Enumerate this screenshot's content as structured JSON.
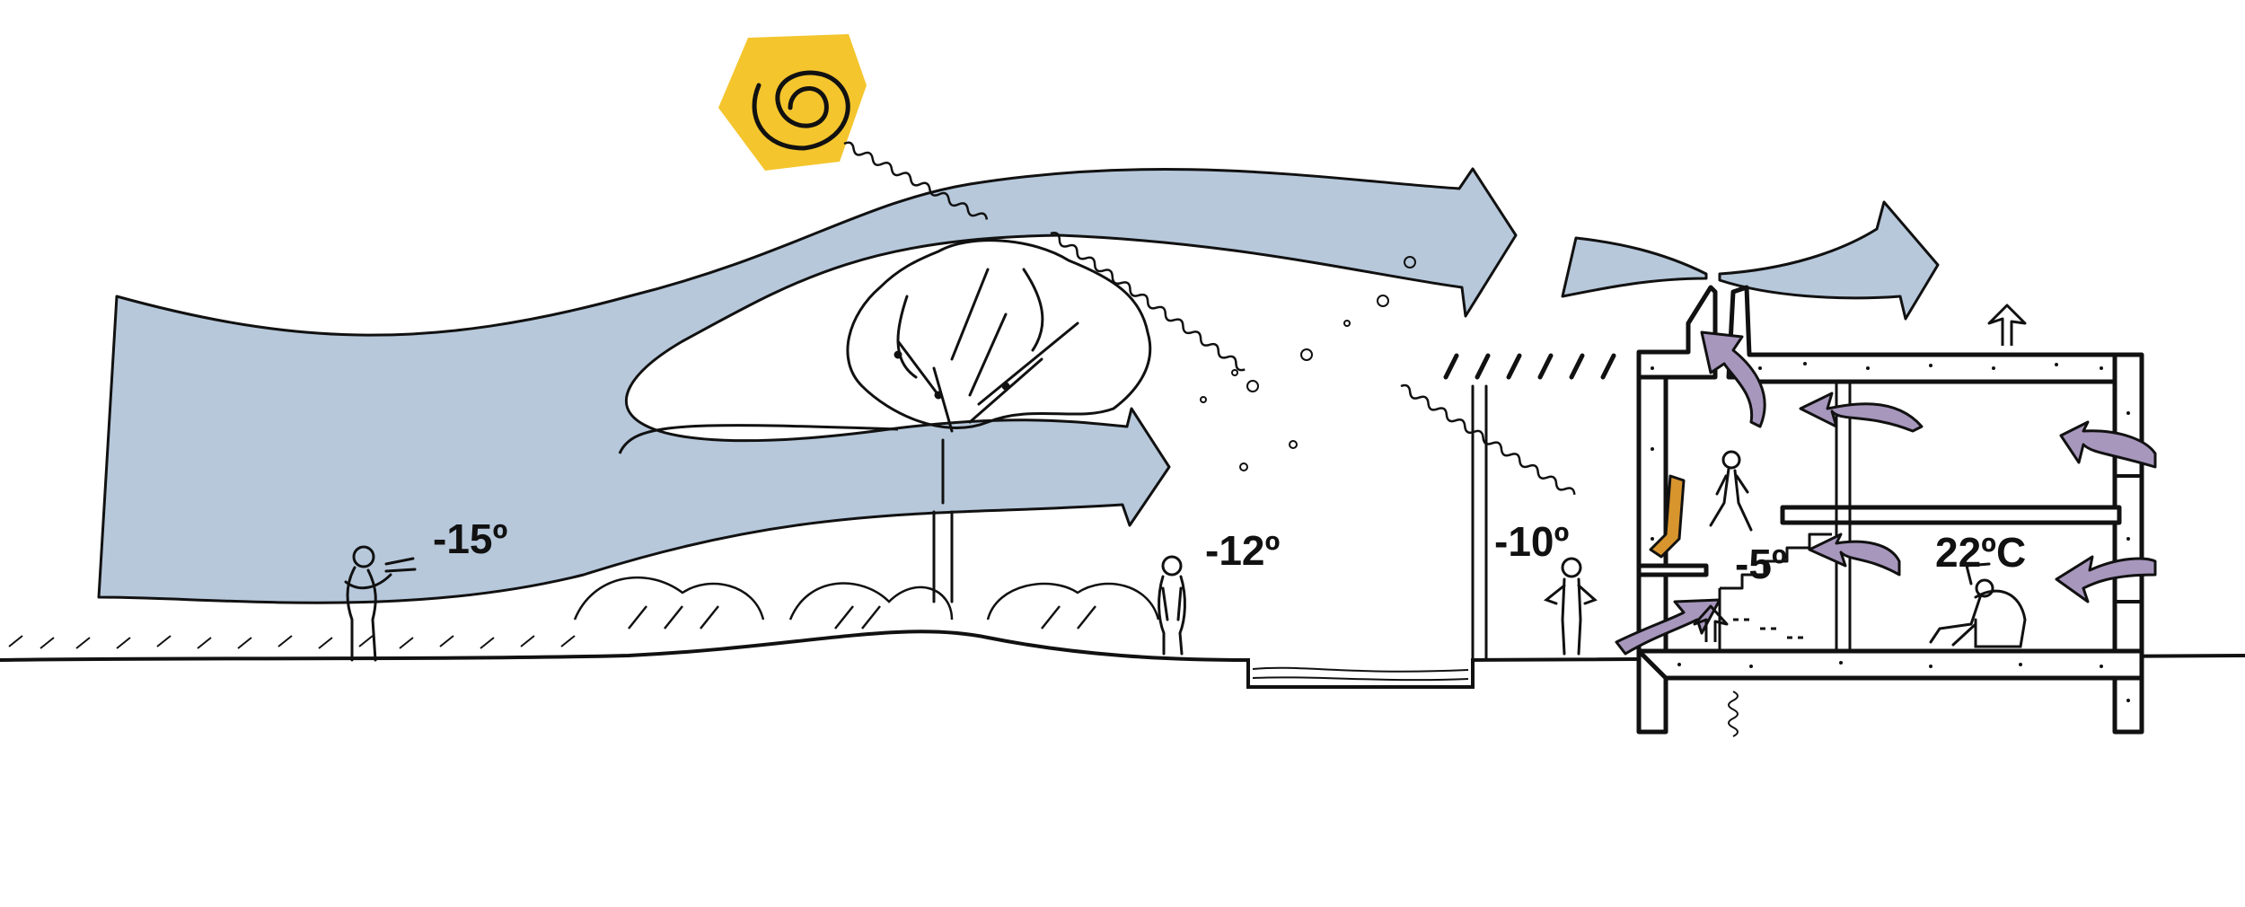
{
  "labels": {
    "temp_outside": "-15º",
    "temp_behind_trees": "-12º",
    "temp_under_canopy": "-10º",
    "temp_buffer_zone": "-5º",
    "temp_interior": "22ºC"
  },
  "colors": {
    "wind": "#b7c8db",
    "warm_air": "#a797bd",
    "sun": "#f4c52d",
    "ladder_accent": "#d8952e",
    "ink": "#111111"
  },
  "icons": [
    "sun-icon",
    "tree-icon",
    "person-icon",
    "chair-icon",
    "stair-icon"
  ]
}
